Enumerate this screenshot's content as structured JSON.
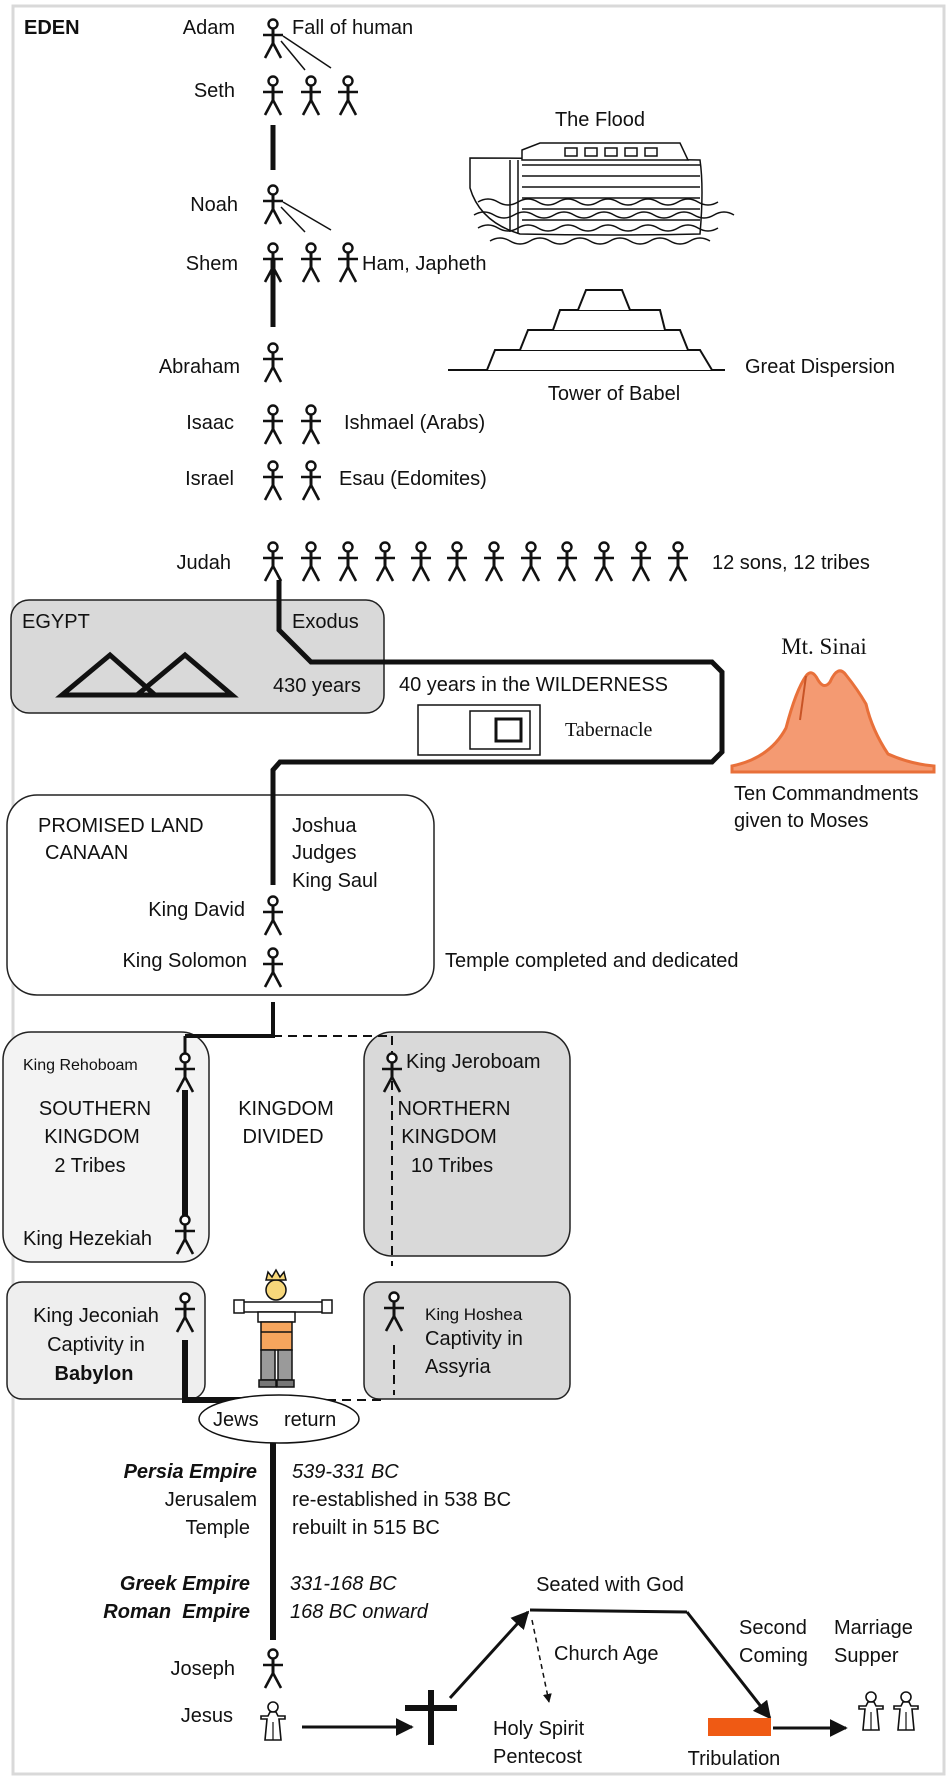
{
  "eden": "EDEN",
  "genealogy": {
    "adam": "Adam",
    "fall": "Fall of human",
    "seth": "Seth",
    "noah": "Noah",
    "shem": "Shem",
    "ham_japheth": "Ham, Japheth",
    "abraham": "Abraham",
    "isaac": "Isaac",
    "ishmael": "Ishmael (Arabs)",
    "israel": "Israel",
    "esau": "Esau (Edomites)",
    "judah": "Judah",
    "twelve": "12 sons, 12 tribes"
  },
  "flood": {
    "label": "The Flood"
  },
  "babel": {
    "label": "Tower of Babel",
    "dispersion": "Great Dispersion"
  },
  "egypt": {
    "label": "EGYPT",
    "exodus": "Exodus",
    "years": "430 years"
  },
  "wilderness": {
    "label": "40 years in the WILDERNESS",
    "tabernacle": "Tabernacle"
  },
  "sinai": {
    "label": "Mt. Sinai",
    "note_line1": "Ten Commandments",
    "note_line2": "given to Moses",
    "color": "#e8703a"
  },
  "promised": {
    "line1": "PROMISED LAND",
    "line2": "CANAAN",
    "joshua": "Joshua",
    "judges": "Judges",
    "saul": "King Saul",
    "david": "King David",
    "solomon": "King Solomon",
    "temple": "Temple completed and dedicated"
  },
  "divided": {
    "rehoboam": "King Rehoboam",
    "south1": "SOUTHERN",
    "south2": "KINGDOM",
    "south3": "2 Tribes",
    "hezekiah": "King Hezekiah",
    "mid1": "KINGDOM",
    "mid2": "DIVIDED",
    "jeroboam": "King Jeroboam",
    "north1": "NORTHERN",
    "north2": "KINGDOM",
    "north3": "10 Tribes"
  },
  "captivity": {
    "jeconiah": "King Jeconiah",
    "cap1": "Captivity in",
    "babylon": "Babylon",
    "hoshea": "King Hoshea",
    "cap2": "Captivity in",
    "assyria": "Assyria",
    "jews": "Jews",
    "return": "return"
  },
  "empires": {
    "persia": "Persia Empire",
    "persia_dates": "539-331 BC",
    "jerusalem": "Jerusalem",
    "reestablished": "re-established in 538 BC",
    "temple": "Temple",
    "rebuilt": "rebuilt in 515 BC",
    "greek": "Greek Empire",
    "greek_dates": "331-168 BC",
    "roman": "Roman  Empire",
    "roman_dates": "168 BC onward"
  },
  "end": {
    "joseph": "Joseph",
    "jesus": "Jesus",
    "seated": "Seated with God",
    "church": "Church Age",
    "spirit1": "Holy Spirit",
    "spirit2": "Pentecost",
    "second1": "Second",
    "second2": "Coming",
    "marriage1": "Marriage",
    "marriage2": "Supper",
    "tribulation": "Tribulation",
    "tribulation_color": "#ef5a14"
  }
}
